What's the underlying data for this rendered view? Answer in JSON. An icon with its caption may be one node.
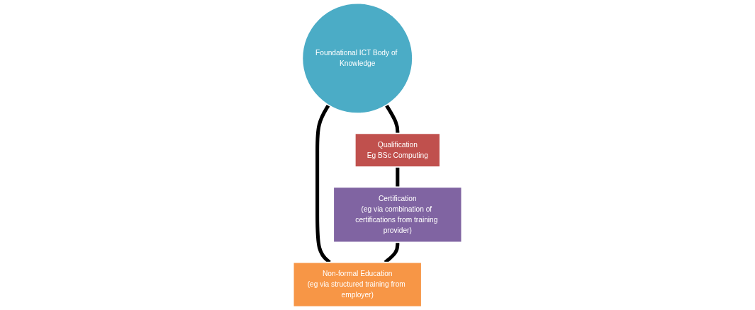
{
  "diagram": {
    "nodes": [
      {
        "text": [
          "Foundational ICT Body of Knowledge"
        ]
      },
      {
        "text": [
          "Qualification",
          "Eg BSc Computing"
        ]
      },
      {
        "text": [
          "Certification",
          "(eg via combination of certifications from training provider)"
        ]
      },
      {
        "text": [
          "Non-formal Education",
          "(eg via structured training from employer)"
        ]
      }
    ],
    "edges": [
      {
        "from": 0,
        "to": 1,
        "arrow": "none"
      },
      {
        "from": 0,
        "to": 3,
        "arrow": "none"
      },
      {
        "from": 1,
        "to": 2,
        "arrow": "none"
      },
      {
        "from": 2,
        "to": 3,
        "arrow": "none"
      }
    ]
  }
}
